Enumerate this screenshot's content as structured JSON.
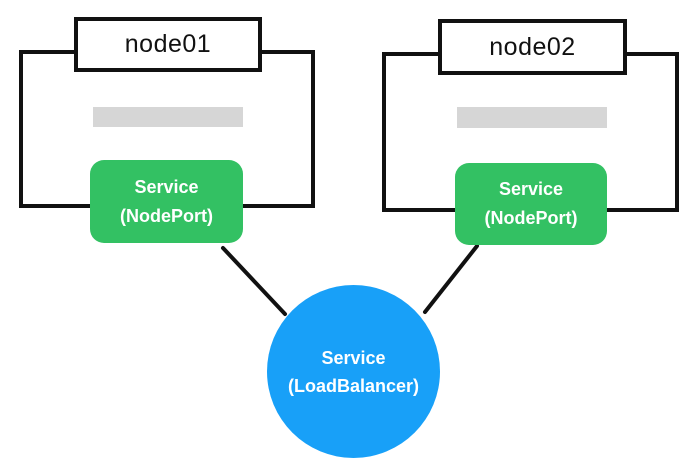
{
  "background": "#ffffff",
  "colors": {
    "green": "#33c163",
    "blue": "#18a0f8",
    "gray": "#d6d6d6",
    "line": "#111111",
    "text-dark": "#111111",
    "text-light": "#ffffff"
  },
  "nodes": [
    {
      "label": "node01",
      "service_line1": "Service",
      "service_line2": "(NodePort)"
    },
    {
      "label": "node02",
      "service_line1": "Service",
      "service_line2": "(NodePort)"
    }
  ],
  "loadbalancer": {
    "line1": "Service",
    "line2": "(LoadBalancer)"
  }
}
